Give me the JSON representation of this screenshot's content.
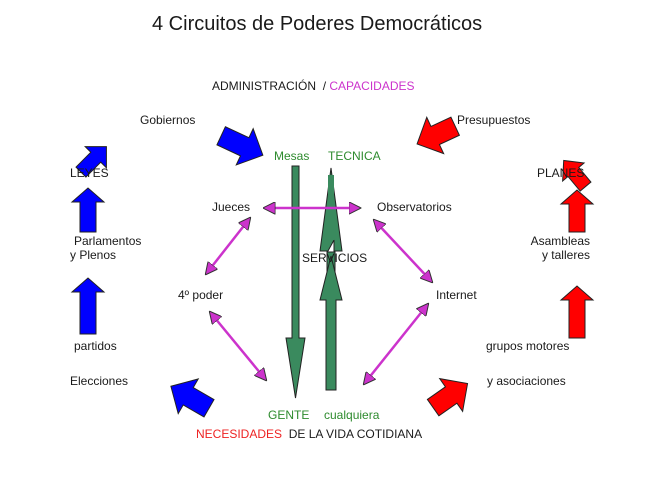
{
  "title": "4 Circuitos de  Poderes Democráticos",
  "top": {
    "administracion": "ADMINISTRACIÓN",
    "separator": "/",
    "capacidades": "CAPACIDADES"
  },
  "left": {
    "gobiernos": "Gobiernos",
    "leyes": "LEYES",
    "parlamentos_1": "Parlamentos",
    "parlamentos_2": "y Plenos",
    "partidos": "partidos",
    "elecciones": "Elecciones"
  },
  "right": {
    "presupuestos": "Presupuestos",
    "planes": "PLANES",
    "asambleas_1": "Asambleas",
    "asambleas_2": "y talleres",
    "grupos": "grupos motores",
    "asociaciones": "y  asociaciones"
  },
  "center": {
    "mesas": "Mesas",
    "tecnica": "TECNICA",
    "jueces": "Jueces",
    "observatorios": "Observatorios",
    "servicios": "SERVICIOS",
    "cuarto_poder": "4º poder",
    "internet": "Internet"
  },
  "bottom": {
    "gente": "GENTE",
    "cualquiera": "cualquiera",
    "necesidades": "NECESIDADES",
    "vida": "DE  LA VIDA COTIDIANA"
  },
  "colors": {
    "blue": "#0000ff",
    "red": "#ff0000",
    "green_arrow": "#3a8a5e",
    "magenta_arrow": "#cc33cc",
    "green_text": "#2e8b2e",
    "red_text": "#ee2222"
  }
}
